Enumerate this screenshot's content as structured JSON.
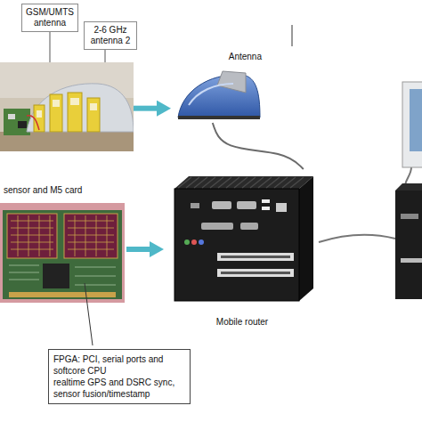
{
  "diagram": {
    "nodes": [
      {
        "text": [
          "GSM/UMTS antenna"
        ]
      },
      {
        "text": [
          "2-6 GHz antenna 2"
        ]
      },
      {
        "text": [
          "sensor and M5 card"
        ]
      },
      {
        "text": [
          "Antenna"
        ]
      },
      {
        "text": [
          "FPGA: PCI, serial ports and softcore CPU",
          "realtime GPS and DSRC sync, sensor fusion/timestamp"
        ]
      },
      {
        "text": [
          "Mobile router"
        ]
      }
    ],
    "edges": [
      {
        "from": 0,
        "to": 2,
        "arrow": "none"
      },
      {
        "from": 1,
        "to": 2,
        "arrow": "none"
      },
      {
        "from": 2,
        "to": 3,
        "arrow": "to"
      },
      {
        "from": 3,
        "to": 5,
        "arrow": "none"
      }
    ]
  }
}
